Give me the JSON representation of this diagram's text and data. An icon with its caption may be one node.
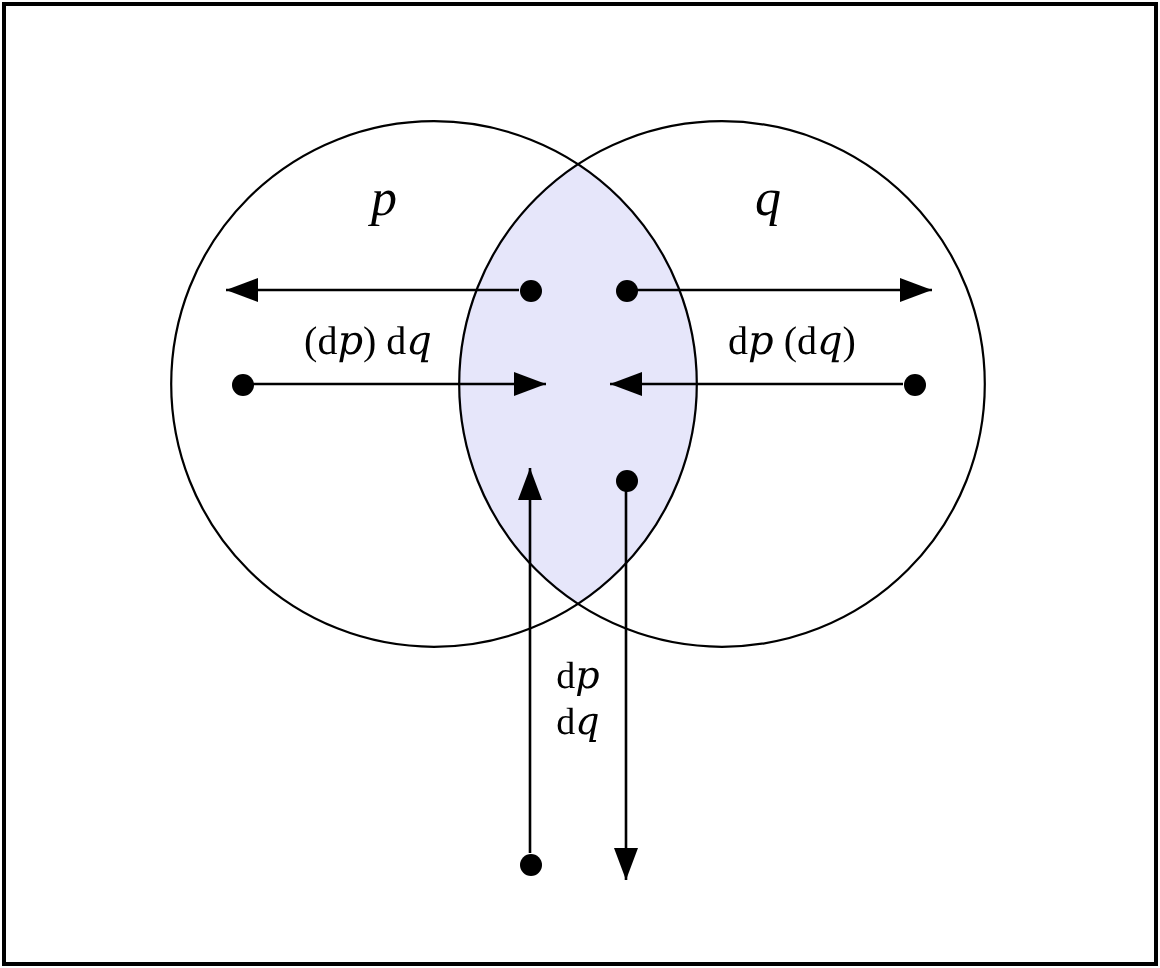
{
  "diagram": {
    "nodes": [
      {
        "text": [
          "p"
        ]
      },
      {
        "text": [
          "q"
        ]
      },
      {
        "text": [],
        "shape": "circle"
      },
      {
        "text": [],
        "shape": "circle"
      },
      {
        "text": [],
        "shape": "circle",
        "in": 0
      },
      {
        "text": [],
        "shape": "circle",
        "in": 1
      },
      {
        "text": [],
        "shape": "circle"
      },
      {
        "text": [],
        "shape": "circle"
      }
    ],
    "edges": [
      {
        "from": 2,
        "to": 0,
        "arrow": "to"
      },
      {
        "from": 3,
        "to": 1,
        "arrow": "to"
      },
      {
        "from": 4,
        "to": null,
        "arrow": "to",
        "label": "(d𝑝) d𝑞"
      },
      {
        "from": 5,
        "to": null,
        "arrow": "to",
        "label": "d𝑝 (d𝑞)"
      },
      {
        "from": 7,
        "to": null,
        "arrow": "to"
      },
      {
        "from": 6,
        "to": null,
        "arrow": "to"
      }
    ],
    "labels": [
      "d𝑝 d𝑞"
    ]
  }
}
